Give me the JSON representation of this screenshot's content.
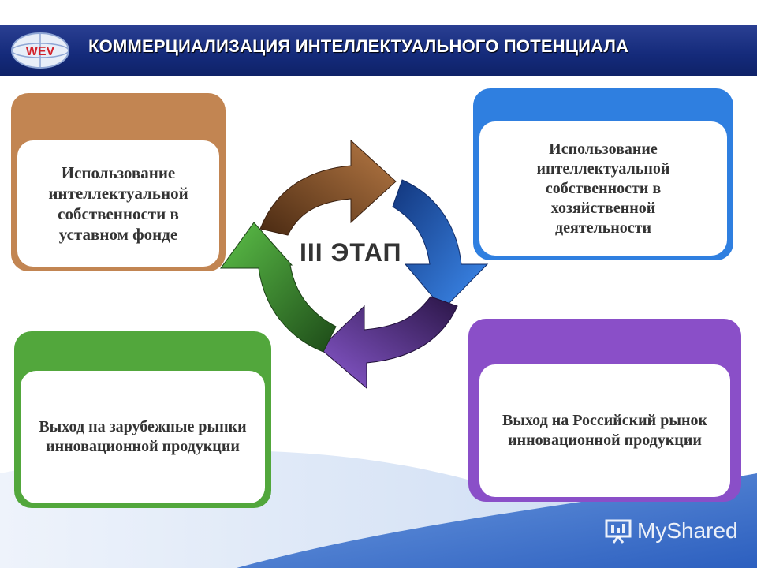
{
  "header": {
    "title": "КОММЕРЦИАЛИЗАЦИЯ ИНТЕЛЛЕКТУАЛЬНОГО ПОТЕНЦИАЛА",
    "logo_text": "WEV"
  },
  "center": {
    "label": "III ЭТАП"
  },
  "cards": {
    "top_left": {
      "text": "Использование интеллектуальной собственности в уставном фонде",
      "color": "#c28552"
    },
    "top_right": {
      "text": "Использование интеллектуальной собственности в хозяйственной деятельности",
      "color": "#2f7fe0"
    },
    "bottom_left": {
      "text": "Выход на зарубежные рынки инновационной продукции",
      "color": "#52a73c"
    },
    "bottom_right": {
      "text": "Выход на Российский рынок инновационной продукции",
      "color": "#8a4fc8"
    }
  },
  "arrows": {
    "colors": {
      "brown": "#7a4a24",
      "blue": "#2a6fd6",
      "purple": "#6a3fa8",
      "green": "#3f9a35"
    }
  },
  "watermark": {
    "text": "MyShared"
  }
}
